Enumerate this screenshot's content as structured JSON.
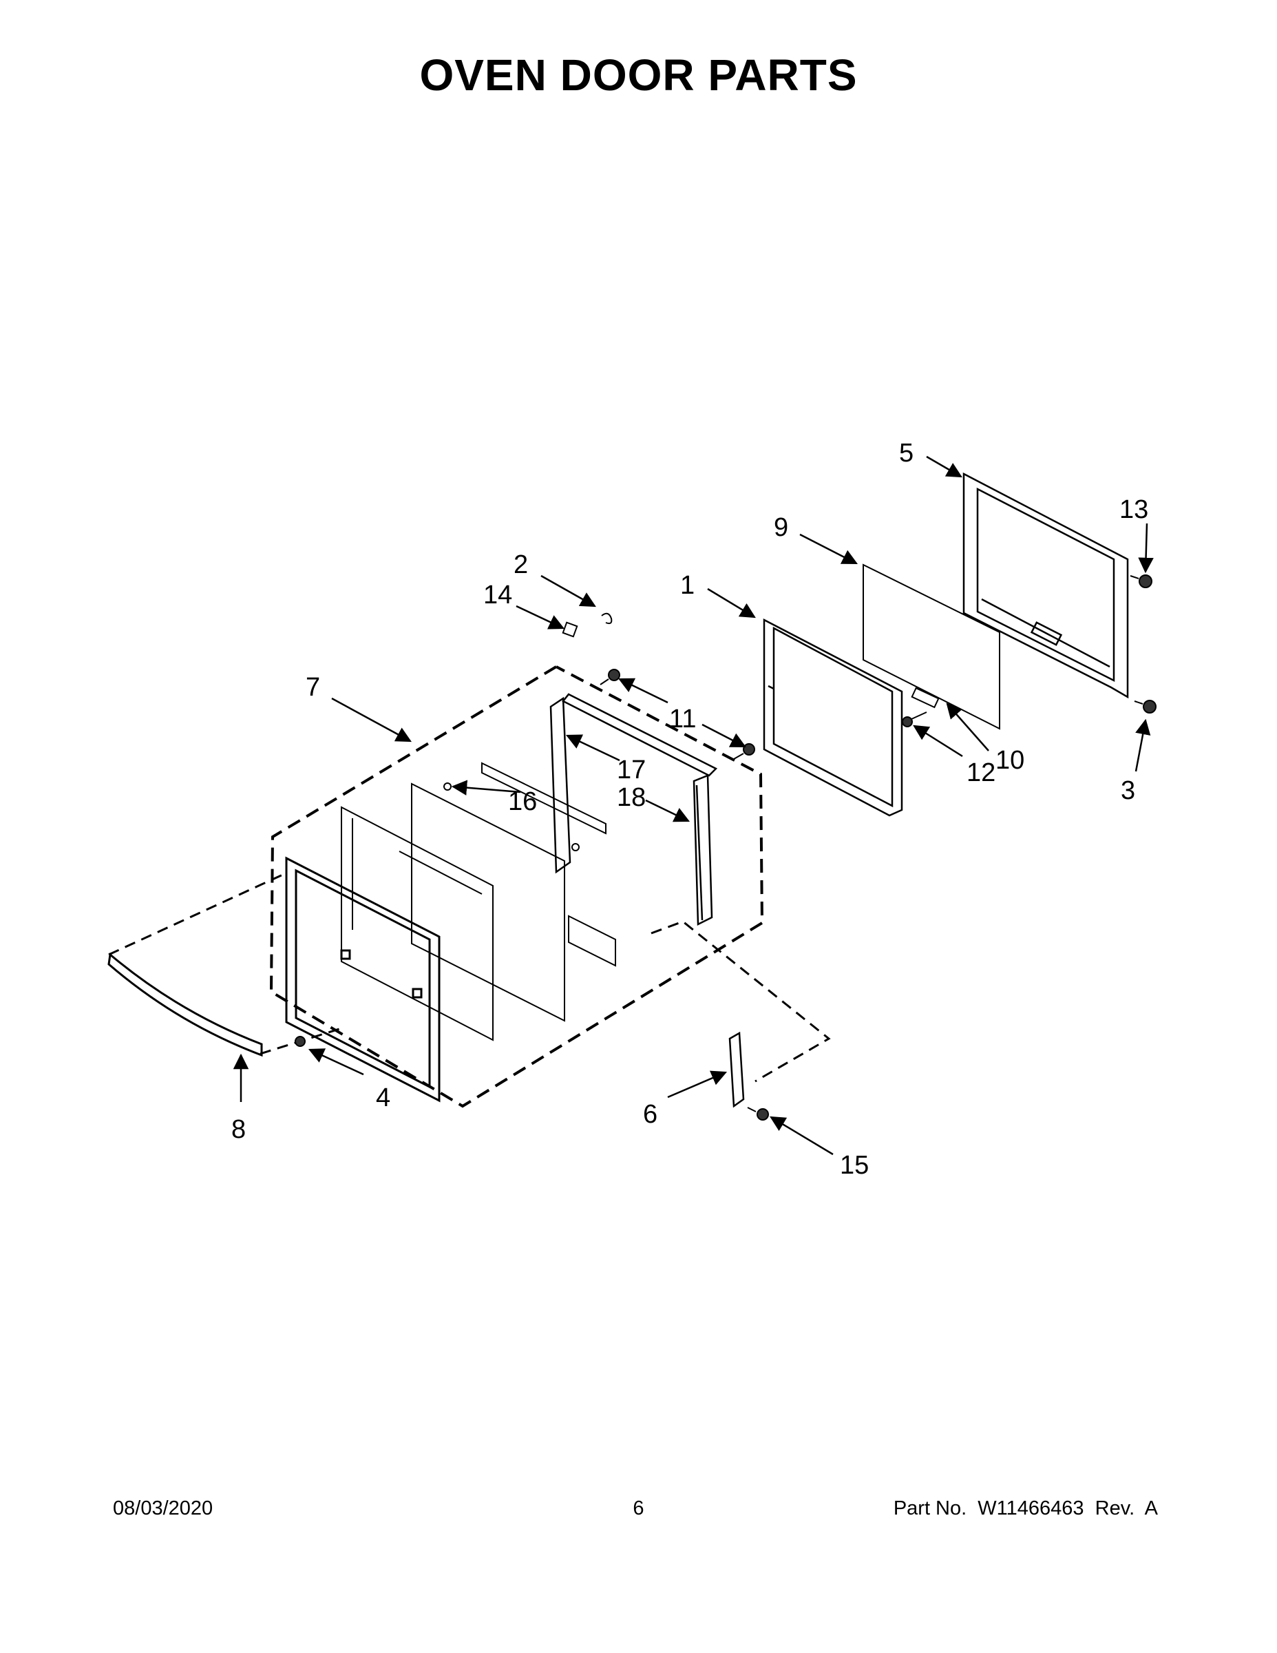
{
  "title": "OVEN DOOR PARTS",
  "callouts": [
    "1",
    "2",
    "3",
    "4",
    "5",
    "6",
    "7",
    "8",
    "9",
    "10",
    "11",
    "12",
    "13",
    "14",
    "15",
    "16",
    "17",
    "18"
  ],
  "footer": {
    "date": "08/03/2020",
    "page": "6",
    "part_no": "Part No.  W11466463  Rev.  A"
  }
}
